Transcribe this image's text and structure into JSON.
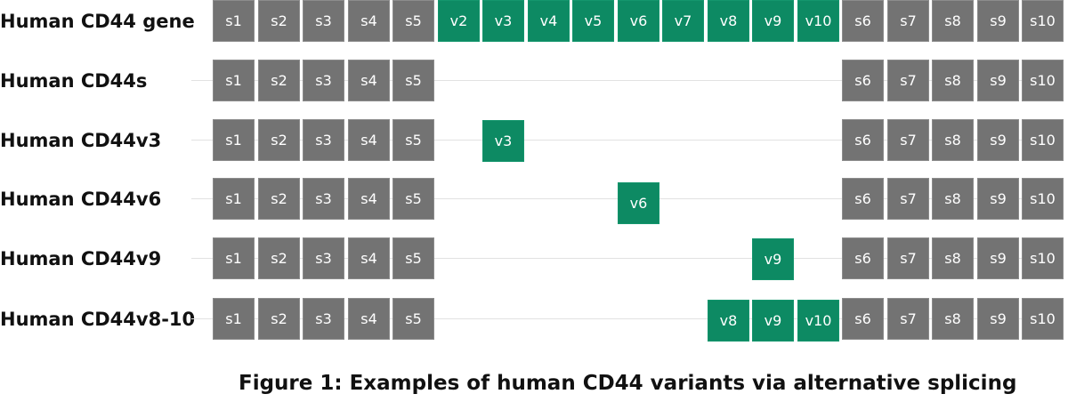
{
  "colors": {
    "standard_exon": "#737373",
    "variant_exon": "#0d8a63",
    "connector": "#e2e2e2",
    "text": "#111111"
  },
  "rows": [
    {
      "label": "Human CD44 gene",
      "exons": [
        {
          "label": "s1",
          "type": "standard"
        },
        {
          "label": "s2",
          "type": "standard"
        },
        {
          "label": "s3",
          "type": "standard"
        },
        {
          "label": "s4",
          "type": "standard"
        },
        {
          "label": "s5",
          "type": "standard"
        },
        {
          "label": "v2",
          "type": "variant"
        },
        {
          "label": "v3",
          "type": "variant"
        },
        {
          "label": "v4",
          "type": "variant"
        },
        {
          "label": "v5",
          "type": "variant"
        },
        {
          "label": "v6",
          "type": "variant"
        },
        {
          "label": "v7",
          "type": "variant"
        },
        {
          "label": "v8",
          "type": "variant"
        },
        {
          "label": "v9",
          "type": "variant"
        },
        {
          "label": "v10",
          "type": "variant"
        },
        {
          "label": "s6",
          "type": "standard"
        },
        {
          "label": "s7",
          "type": "standard"
        },
        {
          "label": "s8",
          "type": "standard"
        },
        {
          "label": "s9",
          "type": "standard"
        },
        {
          "label": "s10",
          "type": "standard"
        }
      ]
    },
    {
      "label": "Human CD44s",
      "exons": [
        {
          "label": "s1",
          "type": "standard"
        },
        {
          "label": "s2",
          "type": "standard"
        },
        {
          "label": "s3",
          "type": "standard"
        },
        {
          "label": "s4",
          "type": "standard"
        },
        {
          "label": "s5",
          "type": "standard"
        },
        {
          "label": "s6",
          "type": "standard"
        },
        {
          "label": "s7",
          "type": "standard"
        },
        {
          "label": "s8",
          "type": "standard"
        },
        {
          "label": "s9",
          "type": "standard"
        },
        {
          "label": "s10",
          "type": "standard"
        }
      ]
    },
    {
      "label": "Human CD44v3",
      "exons": [
        {
          "label": "s1",
          "type": "standard"
        },
        {
          "label": "s2",
          "type": "standard"
        },
        {
          "label": "s3",
          "type": "standard"
        },
        {
          "label": "s4",
          "type": "standard"
        },
        {
          "label": "s5",
          "type": "standard"
        },
        {
          "label": "v3",
          "type": "variant"
        },
        {
          "label": "s6",
          "type": "standard"
        },
        {
          "label": "s7",
          "type": "standard"
        },
        {
          "label": "s8",
          "type": "standard"
        },
        {
          "label": "s9",
          "type": "standard"
        },
        {
          "label": "s10",
          "type": "standard"
        }
      ]
    },
    {
      "label": "Human CD44v6",
      "exons": [
        {
          "label": "s1",
          "type": "standard"
        },
        {
          "label": "s2",
          "type": "standard"
        },
        {
          "label": "s3",
          "type": "standard"
        },
        {
          "label": "s4",
          "type": "standard"
        },
        {
          "label": "s5",
          "type": "standard"
        },
        {
          "label": "v6",
          "type": "variant"
        },
        {
          "label": "s6",
          "type": "standard"
        },
        {
          "label": "s7",
          "type": "standard"
        },
        {
          "label": "s8",
          "type": "standard"
        },
        {
          "label": "s9",
          "type": "standard"
        },
        {
          "label": "s10",
          "type": "standard"
        }
      ]
    },
    {
      "label": "Human CD44v9",
      "exons": [
        {
          "label": "s1",
          "type": "standard"
        },
        {
          "label": "s2",
          "type": "standard"
        },
        {
          "label": "s3",
          "type": "standard"
        },
        {
          "label": "s4",
          "type": "standard"
        },
        {
          "label": "s5",
          "type": "standard"
        },
        {
          "label": "v9",
          "type": "variant"
        },
        {
          "label": "s6",
          "type": "standard"
        },
        {
          "label": "s7",
          "type": "standard"
        },
        {
          "label": "s8",
          "type": "standard"
        },
        {
          "label": "s9",
          "type": "standard"
        },
        {
          "label": "s10",
          "type": "standard"
        }
      ]
    },
    {
      "label": "Human CD44v8-10",
      "exons": [
        {
          "label": "s1",
          "type": "standard"
        },
        {
          "label": "s2",
          "type": "standard"
        },
        {
          "label": "s3",
          "type": "standard"
        },
        {
          "label": "s4",
          "type": "standard"
        },
        {
          "label": "s5",
          "type": "standard"
        },
        {
          "label": "v8",
          "type": "variant"
        },
        {
          "label": "v9",
          "type": "variant"
        },
        {
          "label": "v10",
          "type": "variant"
        },
        {
          "label": "s6",
          "type": "standard"
        },
        {
          "label": "s7",
          "type": "standard"
        },
        {
          "label": "s8",
          "type": "standard"
        },
        {
          "label": "s9",
          "type": "standard"
        },
        {
          "label": "s10",
          "type": "standard"
        }
      ]
    }
  ],
  "caption": "Figure 1: Examples of human CD44 variants via alternative splicing"
}
